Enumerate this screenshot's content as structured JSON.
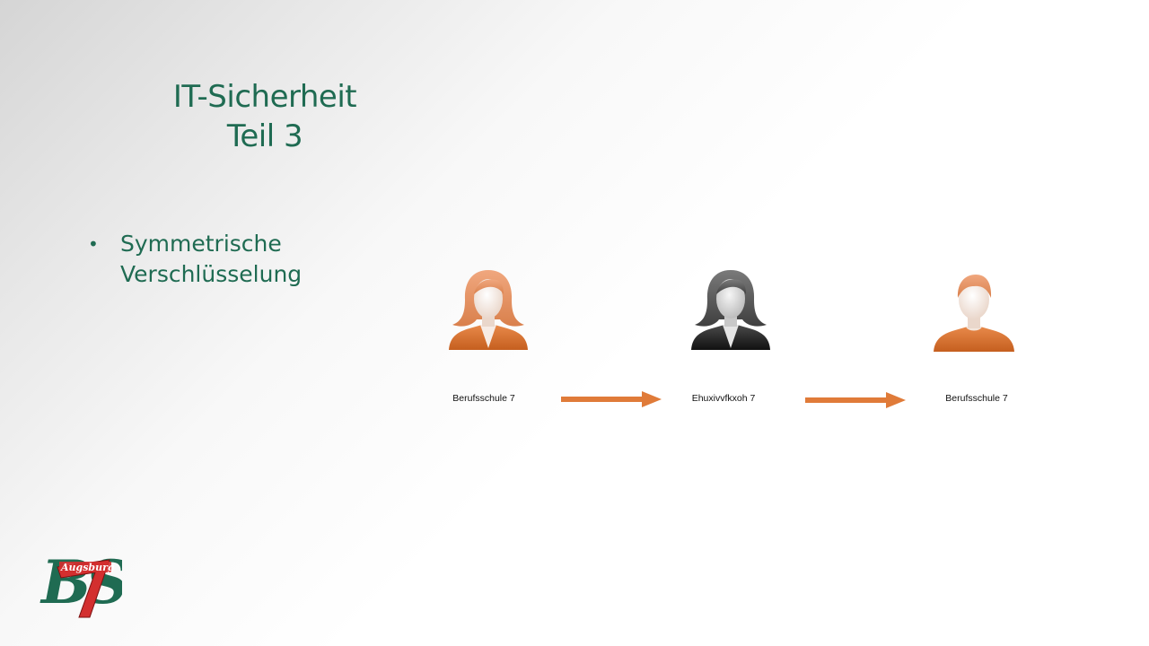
{
  "slide": {
    "title_line1": "IT-Sicherheit",
    "title_line2": "Teil 3",
    "bullets": [
      {
        "line1": "Symmetrische",
        "line2": "Verschlüsselung"
      }
    ]
  },
  "flow": {
    "sender_caption": "Berufsschule 7",
    "middle_caption": "Ehuxivvfkxoh 7",
    "receiver_caption": "Berufsschule 7"
  },
  "logo": {
    "text": "BS7 Augsburg"
  },
  "colors": {
    "title": "#1f6b52",
    "accent_orange": "#e07b39",
    "logo_green": "#1f6b52",
    "logo_red": "#d32f2f"
  },
  "icons": {
    "sender": "woman-orange-avatar-icon",
    "middle": "woman-gray-avatar-icon",
    "receiver": "man-orange-avatar-icon",
    "arrow": "arrow-right-icon"
  }
}
